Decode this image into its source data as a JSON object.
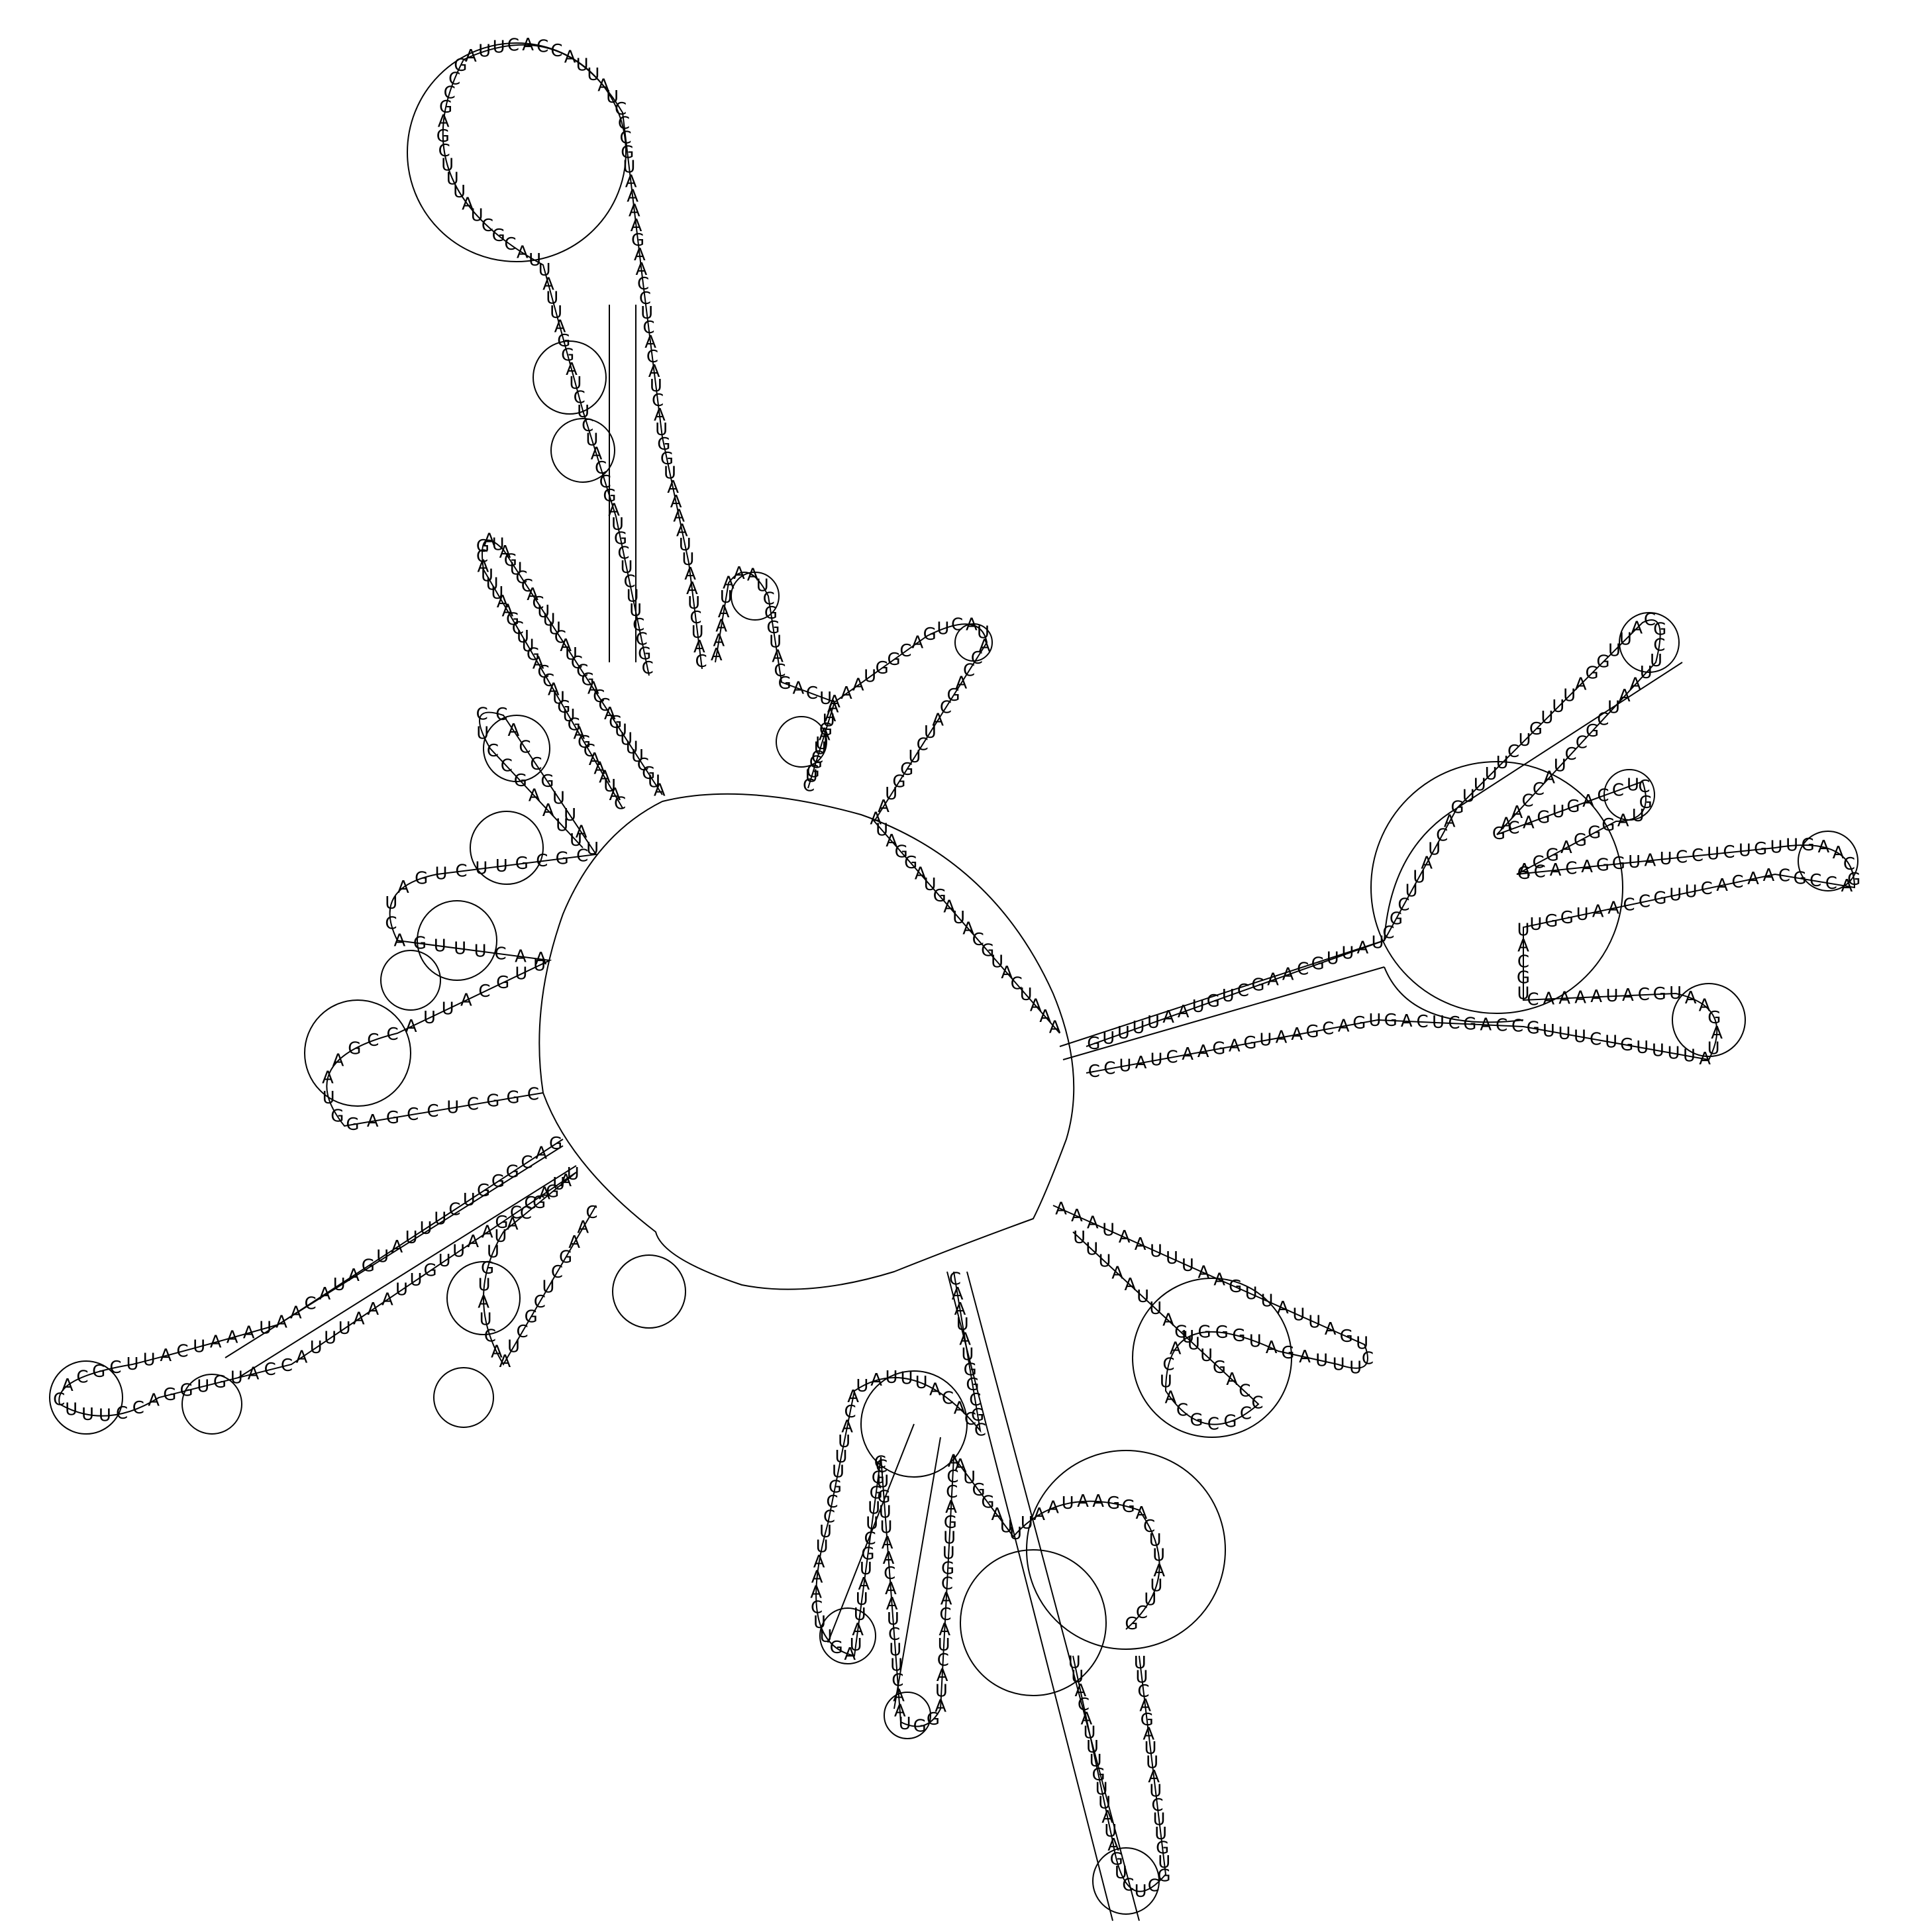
{
  "diagram": {
    "type": "rna-secondary-structure",
    "colors": {
      "line": "#000000",
      "text": "#000000",
      "background": "#ffffff"
    },
    "segments": [
      {
        "name": "segment-upper-left-hairpin",
        "seq": "CGCCUUCUCGUAGCCAUCUCUAGGAUUAUUACGCUAUUUCGAGCCGAUUCACCAUUAUCCCGUAAAAGAACCUCACAUCAUGGUAAAAUUAAUCUAC"
      },
      {
        "name": "segment-left-arm-1",
        "seq": "AUGCUUUUGACCAGCCUACUUUCACCUGAUAGCAUUUAAGCUUGACCAUGUGAGCAAAUAC"
      },
      {
        "name": "segment-left-arm-2",
        "seq": "UUAAGCCUCCACCGUUAUCGCGUUCUGAUCAGUUUCAAUUGCAUUACCGAAUGGAGCCUCGGC"
      },
      {
        "name": "segment-lower-left-arm",
        "seq": "GACGGGUCUUUAUGAUACAAUAAAUCAUUCGCACUUUCCAGGUGUACCAUUUAAAUUGUUAAGCCAUUAGGCAUUGUAUCAAUCGCUCGAAC"
      },
      {
        "name": "segment-bottom-arms",
        "seq": "CAAUAUGGCGCCACAUUUAUACAUUUGCCUUAAACUUGAUAUUAUGCUUGGCCUGUUAACAAUCUUCAAUGGAUACUACACGUUGACCAAUGGAUUUAAUAAGGACUUAUUCG"
      },
      {
        "name": "segment-bottom-long-arm",
        "seq": "UUACAUUUGUUAUAGUCUCGUGUUCUAUUAGACUU"
      },
      {
        "name": "segment-lower-right-arm",
        "seq": "AAAUAAUUUAAGUUAUUAGUCUUUAGAUGGGUACUACGCGCCCAGUUGAUUAAUUU"
      },
      {
        "name": "segment-right-multiloop",
        "seq": "GUUUUAAUGUCGAACGUUAUCGCUUAUCAGUUUUCUGUUUAGGUUACGCUUAAUCGCCUACCAAGCAGUGACCUCGUAGGGAGCAGCACAGGUAUCCUCUGUUGAACGACCGCAACACUUGCCAAUGGUUACGUCAAAAUACGUAAGAUAUUUUGUCUUUGCCAGCUCAGUGACGAAUGAGAACUAUCC"
      },
      {
        "name": "segment-upper-arms",
        "seq": "AAAAUAAAUCGGUACGACUAUAUGUCGCUGAAAAUGGCAGUCAUACCAGCAUCUGGUAAUAGGAUGAUACGUACUAAA"
      }
    ]
  }
}
